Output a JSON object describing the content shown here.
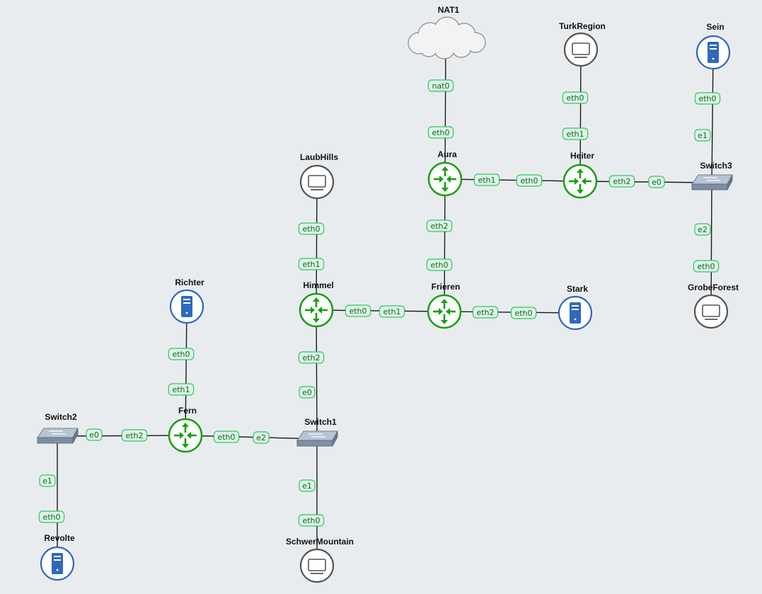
{
  "colors": {
    "router": "#17a00e",
    "server": "#2f69c0",
    "pc": "#555555",
    "switch": "#8a9bb0",
    "cloud": "#f3f3f3",
    "port_fill": "#d9f5e3",
    "port_stroke": "#39c26a",
    "link": "#1b1b1b",
    "background": "#e9ecef"
  },
  "nodes": [
    {
      "id": "nat1",
      "label": "NAT1",
      "kind": "cloud",
      "icon": "cloud-icon"
    },
    {
      "id": "turkregion",
      "label": "TurkRegion",
      "kind": "pc",
      "icon": "monitor-icon"
    },
    {
      "id": "sein",
      "label": "Sein",
      "kind": "server",
      "icon": "server-icon"
    },
    {
      "id": "aura",
      "label": "Aura",
      "kind": "router",
      "icon": "router-icon"
    },
    {
      "id": "heiter",
      "label": "Heiter",
      "kind": "router",
      "icon": "router-icon"
    },
    {
      "id": "switch3",
      "label": "Switch3",
      "kind": "switch",
      "icon": "switch-icon"
    },
    {
      "id": "laubhills",
      "label": "LaubHills",
      "kind": "pc",
      "icon": "monitor-icon"
    },
    {
      "id": "himmel",
      "label": "Himmel",
      "kind": "router",
      "icon": "router-icon"
    },
    {
      "id": "frieren",
      "label": "Frieren",
      "kind": "router",
      "icon": "router-icon"
    },
    {
      "id": "stark",
      "label": "Stark",
      "kind": "server",
      "icon": "server-icon"
    },
    {
      "id": "grobeforest",
      "label": "GrobeForest",
      "kind": "pc",
      "icon": "monitor-icon"
    },
    {
      "id": "richter",
      "label": "Richter",
      "kind": "server",
      "icon": "server-icon"
    },
    {
      "id": "fern",
      "label": "Fern",
      "kind": "router",
      "icon": "router-icon"
    },
    {
      "id": "switch2",
      "label": "Switch2",
      "kind": "switch",
      "icon": "switch-icon"
    },
    {
      "id": "switch1",
      "label": "Switch1",
      "kind": "switch",
      "icon": "switch-icon"
    },
    {
      "id": "revolte",
      "label": "Revolte",
      "kind": "server",
      "icon": "server-icon"
    },
    {
      "id": "schwermountain",
      "label": "SchwerMountain",
      "kind": "pc",
      "icon": "monitor-icon"
    }
  ],
  "links": [
    {
      "from": "nat1",
      "to": "aura",
      "from_port": "nat0",
      "to_port": "eth0"
    },
    {
      "from": "turkregion",
      "to": "heiter",
      "from_port": "eth0",
      "to_port": "eth1"
    },
    {
      "from": "sein",
      "to": "switch3",
      "from_port": "eth0",
      "to_port": "e1"
    },
    {
      "from": "aura",
      "to": "heiter",
      "from_port": "eth1",
      "to_port": "eth0"
    },
    {
      "from": "heiter",
      "to": "switch3",
      "from_port": "eth2",
      "to_port": "e0"
    },
    {
      "from": "aura",
      "to": "frieren",
      "from_port": "eth2",
      "to_port": "eth0"
    },
    {
      "from": "switch3",
      "to": "grobeforest",
      "from_port": "e2",
      "to_port": "eth0"
    },
    {
      "from": "laubhills",
      "to": "himmel",
      "from_port": "eth0",
      "to_port": "eth1"
    },
    {
      "from": "himmel",
      "to": "frieren",
      "from_port": "eth0",
      "to_port": "eth1"
    },
    {
      "from": "frieren",
      "to": "stark",
      "from_port": "eth2",
      "to_port": "eth0"
    },
    {
      "from": "himmel",
      "to": "switch1",
      "from_port": "eth2",
      "to_port": "e0"
    },
    {
      "from": "richter",
      "to": "fern",
      "from_port": "eth0",
      "to_port": "eth1"
    },
    {
      "from": "switch2",
      "to": "fern",
      "from_port": "e0",
      "to_port": "eth2"
    },
    {
      "from": "fern",
      "to": "switch1",
      "from_port": "eth0",
      "to_port": "e2"
    },
    {
      "from": "switch2",
      "to": "revolte",
      "from_port": "e1",
      "to_port": "eth0"
    },
    {
      "from": "switch1",
      "to": "schwermountain",
      "from_port": "e1",
      "to_port": "eth0"
    }
  ]
}
